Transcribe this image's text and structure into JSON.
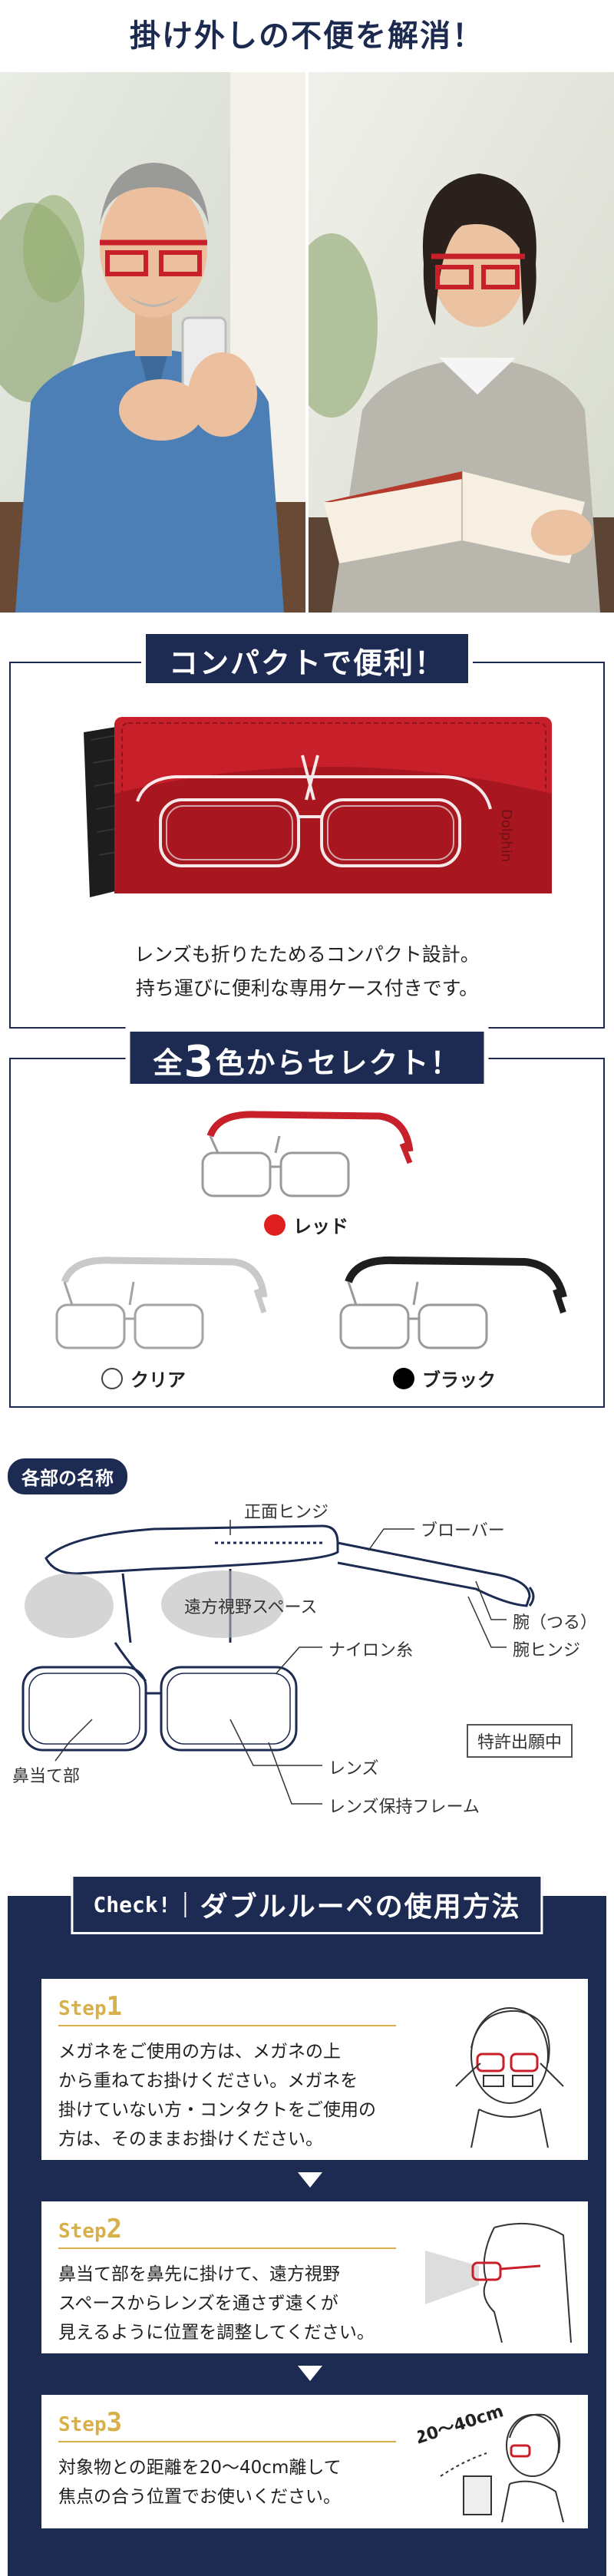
{
  "section1": {
    "title": "掛け外しの不便を解消！"
  },
  "compact": {
    "banner": "コンパクトで便利！",
    "case_brand": "Dolphin",
    "caption_lines": [
      "レンズも折りたためるコンパクト設計。",
      "持ち運びに便利な専用ケース付きです。"
    ]
  },
  "colors": {
    "banner_prefix": "全",
    "banner_number": "3",
    "banner_suffix": "色からセレクト！",
    "items": [
      {
        "label": "レッド",
        "color": "#e02020"
      },
      {
        "label": "クリア",
        "color": "#ffffff"
      },
      {
        "label": "ブラック",
        "color": "#000000"
      }
    ]
  },
  "parts": {
    "tag": "各部の名称",
    "labels": {
      "front_hinge": "正面ヒンジ",
      "brow_bar": "ブローバー",
      "far_view": "遠方視野スペース",
      "temple": "腕（つる）",
      "temple_hinge": "腕ヒンジ",
      "nylon": "ナイロン糸",
      "nose_pad": "鼻当て部",
      "lens": "レンズ",
      "lens_frame": "レンズ保持フレーム"
    },
    "patent": "特許出願中"
  },
  "check": {
    "badge": "Check!",
    "title": "ダブルルーペの使用方法",
    "steps": [
      {
        "word": "Step",
        "num": "1",
        "lines": [
          "メガネをご使用の方は、メガネの上",
          "から重ねてお掛けください。メガネを",
          "掛けていない方・コンタクトをご使用の",
          "方は、そのままお掛けください。"
        ]
      },
      {
        "word": "Step",
        "num": "2",
        "lines": [
          "鼻当て部を鼻先に掛けて、遠方視野",
          "スペースからレンズを通さず遠くが",
          "見えるように位置を調整してください。"
        ]
      },
      {
        "word": "Step",
        "num": "3",
        "lines": [
          "対象物との距離を20〜40cm離して",
          "焦点の合う位置でお使いください。"
        ],
        "distance": "20〜40cm"
      }
    ]
  },
  "palette": {
    "navy": "#1d2b52",
    "red": "#c8202a",
    "gold": "#d8b04a"
  }
}
